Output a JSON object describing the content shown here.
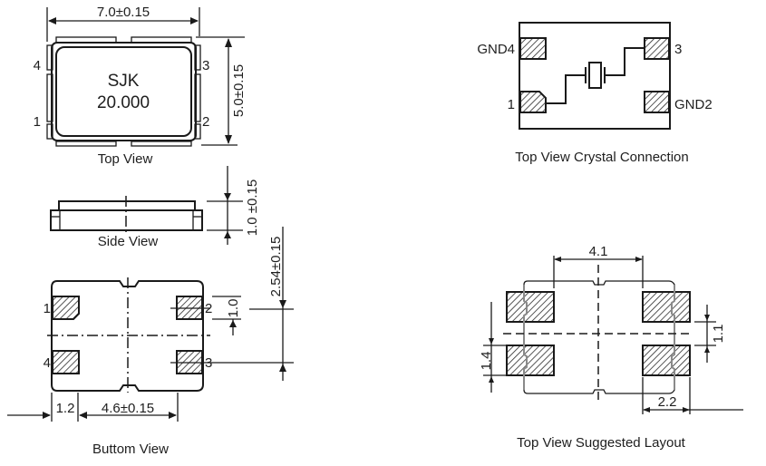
{
  "top_view": {
    "marking_line1": "SJK",
    "marking_line2": "20.000",
    "width_dim": "7.0±0.15",
    "height_dim": "5.0±0.15",
    "pins": [
      "1",
      "2",
      "3",
      "4"
    ],
    "caption": "Top View"
  },
  "side_view": {
    "thickness_dim": "1.0 ±0.15",
    "caption": "Side View"
  },
  "bottom_view": {
    "pins": [
      "1",
      "2",
      "3",
      "4"
    ],
    "pad_height_dim": "1.0",
    "pitch_dim": "2.54±0.15",
    "edge_dim": "1.2",
    "span_dim": "4.6±0.15",
    "caption": "Buttom View"
  },
  "crystal_connection": {
    "pin_labels": [
      "GND4",
      "3",
      "1",
      "GND2"
    ],
    "caption": "Top View Crystal Connection"
  },
  "suggested_layout": {
    "gap_dim": "4.1",
    "pad_gap_dim": "1.1",
    "pad_height_dim": "1.4",
    "pad_width_dim": "2.2",
    "caption": "Top View Suggested Layout"
  }
}
